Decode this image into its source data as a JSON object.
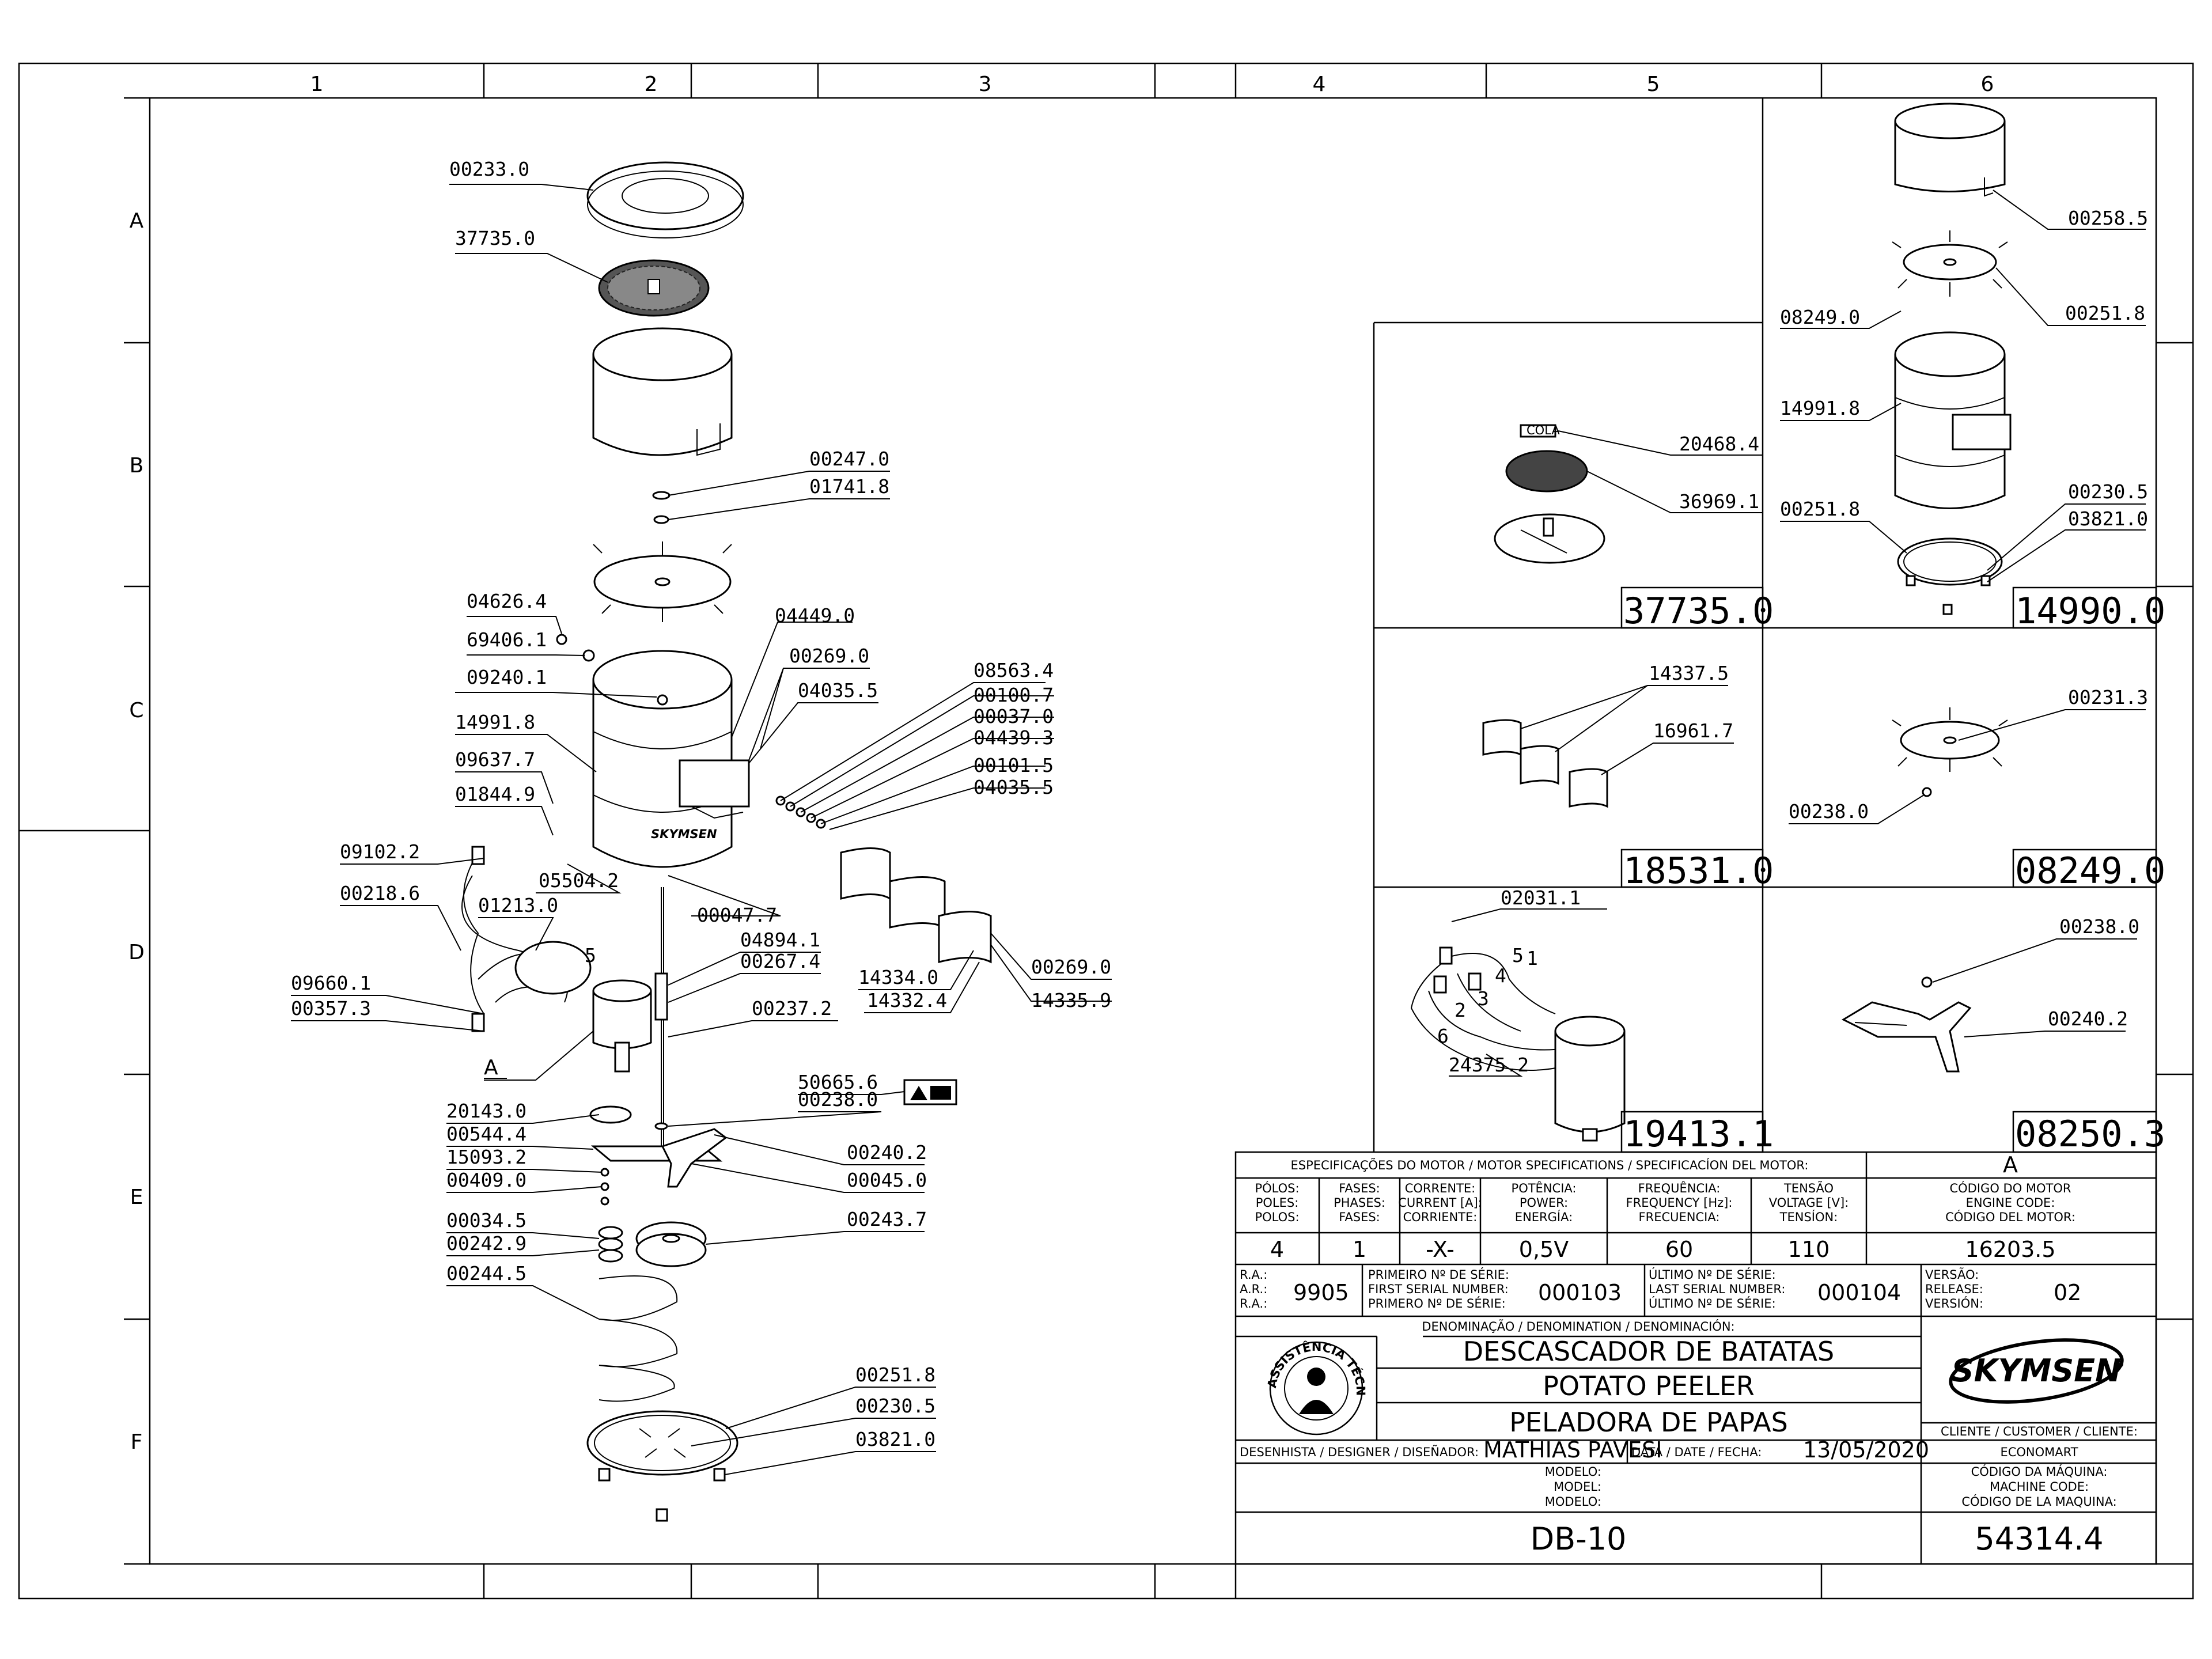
{
  "frame": {
    "columns": [
      "1",
      "2",
      "3",
      "4",
      "5",
      "6"
    ],
    "rows": [
      "A",
      "B",
      "C",
      "D",
      "E",
      "F"
    ]
  },
  "callouts": {
    "p00233_0": "00233.0",
    "p37735_0": "37735.0",
    "p00247_0": "00247.0",
    "p01741_8": "01741.8",
    "p04626_4": "04626.4",
    "p04449_0": "04449.0",
    "p69406_1": "69406.1",
    "p00269_0a": "00269.0",
    "p09240_1": "09240.1",
    "p04035_5a": "04035.5",
    "p08563_4": "08563.4",
    "p00100_7": "00100.7",
    "p00037_0": "00037.0",
    "p04439_3": "04439.3",
    "p00101_5": "00101.5",
    "p04035_5b": "04035.5",
    "p14991_8a": "14991.8",
    "p09637_7": "09637.7",
    "p01844_9": "01844.9",
    "p09102_2": "09102.2",
    "p05504_2": "05504.2",
    "p00218_6": "00218.6",
    "p01213_0": "01213.0",
    "p00047_7": "00047.7",
    "p04894_1": "04894.1",
    "p00267_4": "00267.4",
    "p14334_0": "14334.0",
    "p14332_4": "14332.4",
    "p00269_0b": "00269.0",
    "p14335_9": "14335.9",
    "p09660_1": "09660.1",
    "p00357_3": "00357.3",
    "p00237_2": "00237.2",
    "label_a": "A",
    "p50665_6": "50665.6",
    "p00238_0a": "00238.0",
    "p20143_0": "20143.0",
    "p00544_4": "00544.4",
    "p00240_2a": "00240.2",
    "p15093_2": "15093.2",
    "p00045_0": "00045.0",
    "p00409_0": "00409.0",
    "p00034_5": "00034.5",
    "p00243_7": "00243.7",
    "p00242_9": "00242.9",
    "p00244_5": "00244.5",
    "p00251_8a": "00251.8",
    "p00230_5a": "00230.5",
    "p03821_0a": "03821.0",
    "motor_terminal": "5"
  },
  "detail_boxes": {
    "d37735": {
      "code": "37735.0",
      "parts": [
        "20468.4",
        "36969.1"
      ],
      "tag": "COLA"
    },
    "d14990": {
      "code": "14990.0",
      "parts": [
        "00258.5",
        "00251.8",
        "08249.0",
        "14991.8",
        "00251.8",
        "00230.5",
        "03821.0"
      ]
    },
    "d18531": {
      "code": "18531.0",
      "parts": [
        "14337.5",
        "16961.7"
      ]
    },
    "d08249": {
      "code": "08249.0",
      "parts": [
        "00231.3",
        "00238.0"
      ]
    },
    "d19413": {
      "code": "19413.1",
      "parts": [
        "02031.1",
        "24375.2"
      ],
      "terminals": [
        "1",
        "2",
        "3",
        "4",
        "5",
        "6"
      ]
    },
    "d08250": {
      "code": "08250.3",
      "parts": [
        "00238.0",
        "00240.2"
      ]
    }
  },
  "title_block": {
    "motor_spec_header": "ESPECIFICAÇÕES DO MOTOR / MOTOR SPECIFICATIONS / SPECIFICACÍON DEL MOTOR:",
    "version_letter": "A",
    "col_headers": [
      [
        "PÓLOS:",
        "POLES:",
        "POLOS:"
      ],
      [
        "FASES:",
        "PHASES:",
        "FASES:"
      ],
      [
        "CORRENTE:",
        "CURRENT [A]:",
        "CORRIENTE:"
      ],
      [
        "POTÊNCIA:",
        "POWER:",
        "ENERGÍA:"
      ],
      [
        "FREQUÊNCIA:",
        "FREQUENCY [Hz]:",
        "FRECUENCIA:"
      ],
      [
        "TENSÃO",
        "VOLTAGE [V]:",
        "TENSÍON:"
      ],
      [
        "CÓDIGO DO MOTOR",
        "ENGINE CODE:",
        "CÓDIGO DEL MOTOR:"
      ]
    ],
    "col_values": [
      "4",
      "1",
      "-X-",
      "0,5V",
      "60",
      "110",
      "16203.5"
    ],
    "ra_labels": [
      "R.A.:",
      "A.R.:",
      "R.A.:"
    ],
    "ra_value": "9905",
    "first_serial_labels": [
      "PRIMEIRO Nº DE SÉRIE:",
      "FIRST SERIAL NUMBER:",
      "PRIMERO Nº DE SÉRIE:"
    ],
    "first_serial": "000103",
    "last_serial_labels": [
      "ÚLTIMO Nº DE SÉRIE:",
      "LAST SERIAL NUMBER:",
      "ÚLTIMO Nº DE SÉRIE:"
    ],
    "last_serial": "000104",
    "version_labels": [
      "VERSÃO:",
      "RELEASE:",
      "VERSIÓN:"
    ],
    "version": "02",
    "denomination_label": "DENOMINAÇÃO / DENOMINATION / DENOMINACIÓN:",
    "names": [
      "DESCASCADOR DE BATATAS",
      "POTATO PEELER",
      "PELADORA DE PAPAS"
    ],
    "seal_text": "ASSISTÊNCIA TÉCNICA AUTORIZADA",
    "brand": "SKYMSEN",
    "brand_mark": "®",
    "client_label": "CLIENTE / CUSTOMER / CLIENTE:",
    "client": "ECONOMART",
    "designer_label": "DESENHISTA / DESIGNER / DISEÑADOR:",
    "designer": "MATHIAS PAVESI",
    "date_label": "DATA / DATE / FECHA:",
    "date": "13/05/2020",
    "model_labels": [
      "MODELO:",
      "MODEL:",
      "MODELO:"
    ],
    "machine_code_labels": [
      "CÓDIGO DA MÁQUINA:",
      "MACHINE CODE:",
      "CÓDIGO DE LA MAQUINA:"
    ],
    "model": "DB-10",
    "machine_code": "54314.4"
  }
}
